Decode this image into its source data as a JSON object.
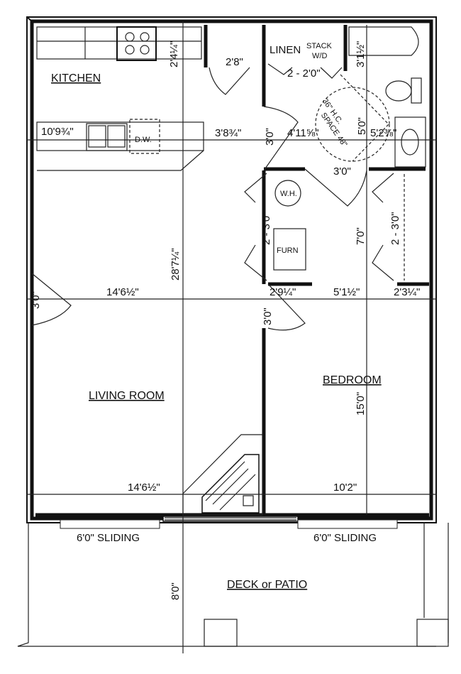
{
  "rooms": {
    "kitchen": "KITCHEN",
    "living_room": "LIVING ROOM",
    "bedroom": "BEDROOM",
    "deck": "DECK or PATIO"
  },
  "fixtures": {
    "linen": "LINEN",
    "stack_wd": "STACK",
    "stack_wd2": "W/D",
    "dw": "D.W.",
    "wh": "W.H.",
    "furn": "FURN",
    "hc_space_1": "36\" H.C.",
    "hc_space_2": "SPACE 48\""
  },
  "dimensions": {
    "kitchen_width": "10'9¾\"",
    "counter_depth": "2'4¼\"",
    "closet_door": "2'8\"",
    "linen_doors": "2 - 2'0\"",
    "bath_tub": "3'1½\"",
    "hall_width": "3'8¾\"",
    "hall_door": "3'0\"",
    "bath_width": "4'11⅝\"",
    "bath_depth": "5'0\"",
    "vanity": "5'2⅜\"",
    "bath_door": "3'0\"",
    "furn_doors": "2 - 3'0\"",
    "hall_length": "7'0\"",
    "bed_closet_doors": "2 - 3'0\"",
    "entry_door": "3'0\"",
    "living_width_top": "14'6½\"",
    "overall_depth": "28'7¼\"",
    "furn_width": "2'9¼\"",
    "hall_mid": "5'1½\"",
    "closet_width": "2'3¼\"",
    "bedroom_door": "3'0\"",
    "bedroom_depth": "15'0\"",
    "living_width_bottom": "14'6½\"",
    "bedroom_width": "10'2\"",
    "slider_left": "6'0\" SLIDING",
    "slider_right": "6'0\" SLIDING",
    "deck_depth": "8'0\""
  }
}
